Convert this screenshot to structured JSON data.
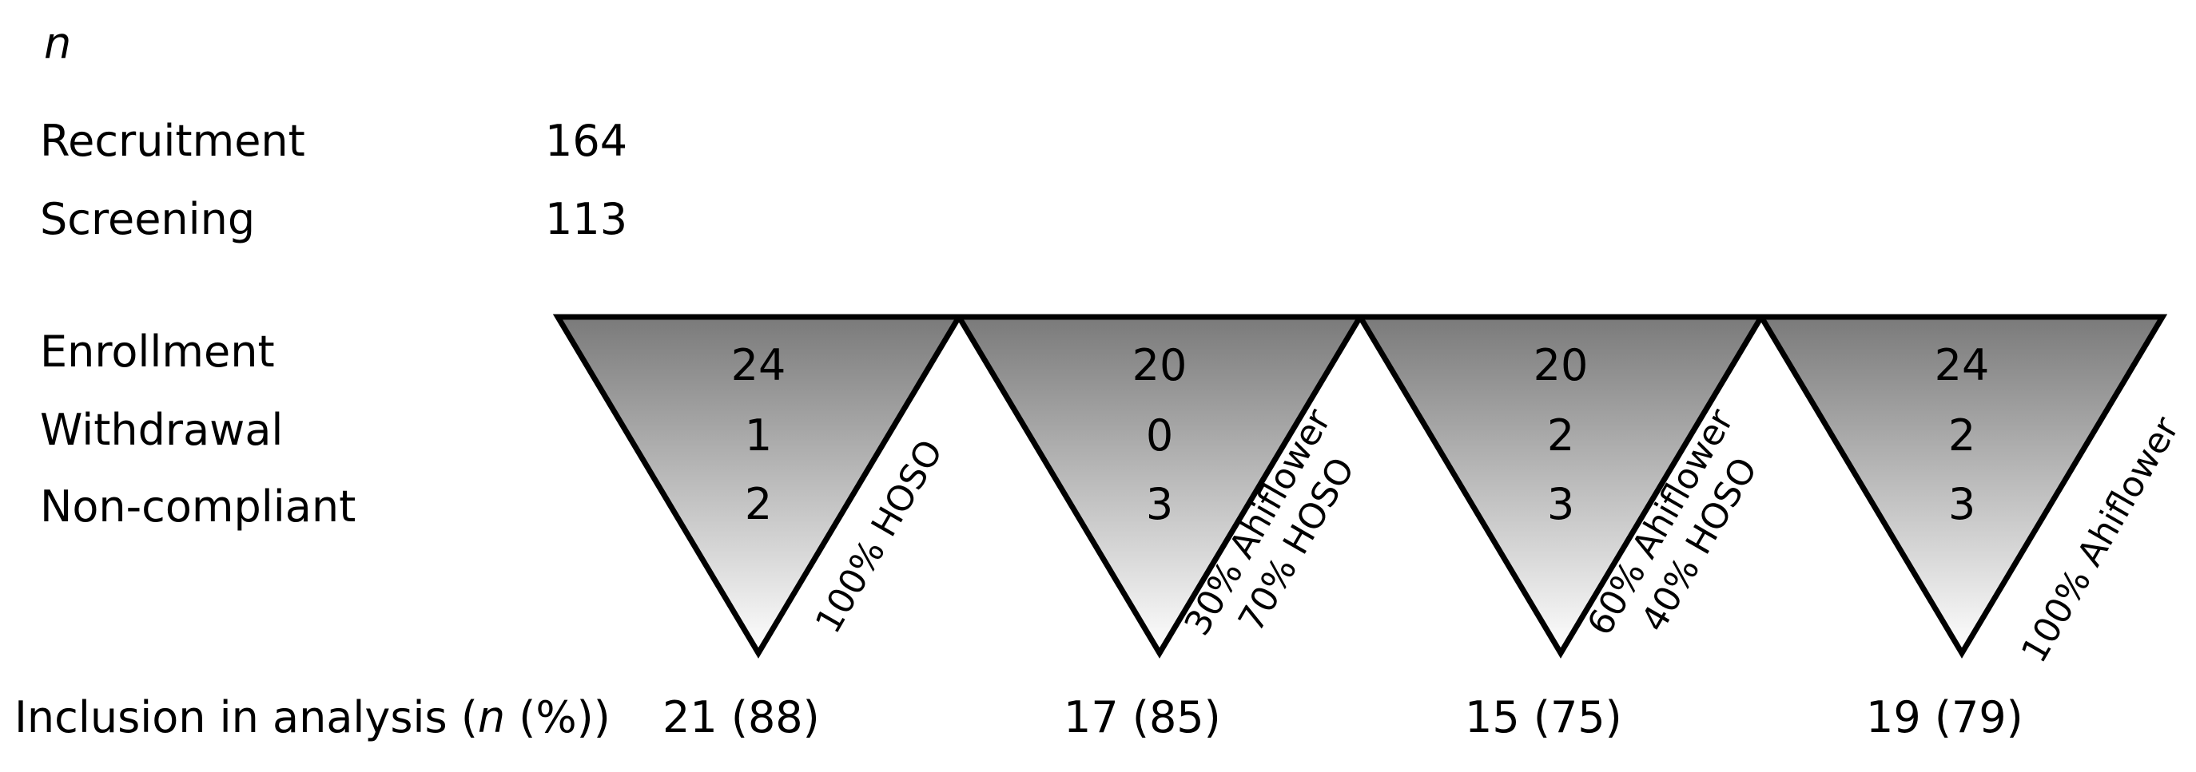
{
  "header_n": "n",
  "recruitment": {
    "label": "Recruitment",
    "value": "164"
  },
  "screening": {
    "label": "Screening",
    "value": "113"
  },
  "row_labels": {
    "enrollment": "Enrollment",
    "withdrawal": "Withdrawal",
    "noncompliant": "Non-compliant"
  },
  "inclusion": {
    "label_prefix": "Inclusion in analysis  (",
    "label_n": "n",
    "label_suffix": " (%))"
  },
  "groups": [
    {
      "enrollment": "24",
      "withdrawal": "1",
      "noncompliant": "2",
      "diet_lines": [
        "100% HOSO"
      ],
      "inclusion": "21 (88)"
    },
    {
      "enrollment": "20",
      "withdrawal": "0",
      "noncompliant": "3",
      "diet_lines": [
        "30% Ahiflower",
        "70% HOSO"
      ],
      "inclusion": "17 (85)"
    },
    {
      "enrollment": "20",
      "withdrawal": "2",
      "noncompliant": "3",
      "diet_lines": [
        "60% Ahiflower",
        "40% HOSO"
      ],
      "inclusion": "15 (75)"
    },
    {
      "enrollment": "24",
      "withdrawal": "2",
      "noncompliant": "3",
      "diet_lines": [
        "100% Ahiflower"
      ],
      "inclusion": "19 (79)"
    }
  ],
  "colors": {
    "fill_top": "#7a7a7a",
    "fill_bottom": "#ffffff",
    "stroke": "#000000"
  }
}
